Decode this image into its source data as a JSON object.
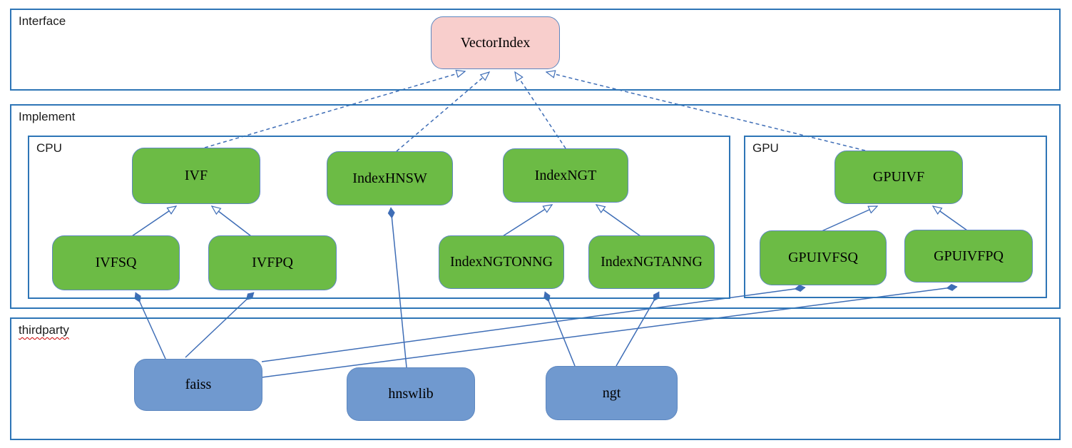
{
  "diagram": {
    "groups": {
      "interface": {
        "label": "Interface"
      },
      "implement": {
        "label": "Implement"
      },
      "cpu": {
        "label": "CPU"
      },
      "gpu": {
        "label": "GPU"
      },
      "thirdparty": {
        "label": "thirdparty",
        "spellcheck_underline": true
      }
    },
    "nodes": {
      "VectorIndex": {
        "label": "VectorIndex",
        "kind": "interface"
      },
      "IVF": {
        "label": "IVF",
        "kind": "cpu"
      },
      "IndexHNSW": {
        "label": "IndexHNSW",
        "kind": "cpu"
      },
      "IndexNGT": {
        "label": "IndexNGT",
        "kind": "cpu"
      },
      "IVFSQ": {
        "label": "IVFSQ",
        "kind": "cpu"
      },
      "IVFPQ": {
        "label": "IVFPQ",
        "kind": "cpu"
      },
      "IndexNGTONNG": {
        "label": "IndexNGTONNG",
        "kind": "cpu"
      },
      "IndexNGTANNG": {
        "label": "IndexNGTANNG",
        "kind": "cpu"
      },
      "GPUIVF": {
        "label": "GPUIVF",
        "kind": "gpu"
      },
      "GPUIVFSQ": {
        "label": "GPUIVFSQ",
        "kind": "gpu"
      },
      "GPUIVFPQ": {
        "label": "GPUIVFPQ",
        "kind": "gpu"
      },
      "faiss": {
        "label": "faiss",
        "kind": "thirdparty"
      },
      "hnswlib": {
        "label": "hnswlib",
        "kind": "thirdparty"
      },
      "ngt": {
        "label": "ngt",
        "kind": "thirdparty"
      }
    },
    "edges": [
      {
        "from": "IVF",
        "to": "VectorIndex",
        "type": "realization"
      },
      {
        "from": "IndexHNSW",
        "to": "VectorIndex",
        "type": "realization"
      },
      {
        "from": "IndexNGT",
        "to": "VectorIndex",
        "type": "realization"
      },
      {
        "from": "GPUIVF",
        "to": "VectorIndex",
        "type": "realization"
      },
      {
        "from": "IVFSQ",
        "to": "IVF",
        "type": "generalization"
      },
      {
        "from": "IVFPQ",
        "to": "IVF",
        "type": "generalization"
      },
      {
        "from": "IndexNGTONNG",
        "to": "IndexNGT",
        "type": "generalization"
      },
      {
        "from": "IndexNGTANNG",
        "to": "IndexNGT",
        "type": "generalization"
      },
      {
        "from": "GPUIVFSQ",
        "to": "GPUIVF",
        "type": "generalization"
      },
      {
        "from": "GPUIVFPQ",
        "to": "GPUIVF",
        "type": "generalization"
      },
      {
        "from": "hnswlib",
        "to": "IndexHNSW",
        "type": "composition"
      },
      {
        "from": "faiss",
        "to": "IVFSQ",
        "type": "composition"
      },
      {
        "from": "faiss",
        "to": "IVFPQ",
        "type": "composition"
      },
      {
        "from": "faiss",
        "to": "GPUIVFSQ",
        "type": "composition"
      },
      {
        "from": "faiss",
        "to": "GPUIVFPQ",
        "type": "composition"
      },
      {
        "from": "ngt",
        "to": "IndexNGTONNG",
        "type": "composition"
      },
      {
        "from": "ngt",
        "to": "IndexNGTANNG",
        "type": "composition"
      }
    ],
    "colors": {
      "interface_fill": "#f8cecc",
      "implement_fill": "#6cbb45",
      "thirdparty_fill": "#7099cf",
      "node_border": "#5d87c0",
      "container_border": "#2e75b6",
      "edge": "#3e6db6",
      "spellcheck_underline": "#cc0000",
      "text": "#000000"
    }
  }
}
